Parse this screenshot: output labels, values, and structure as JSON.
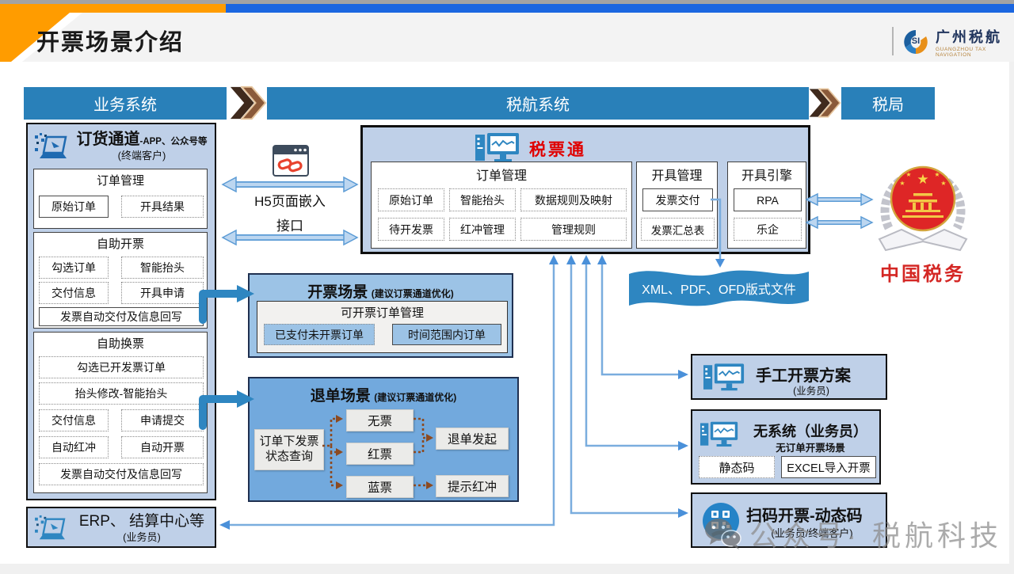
{
  "page": {
    "title": "开票场景介绍"
  },
  "logo": {
    "mark": "SI",
    "name": "广州税航",
    "subtitle": "GUANGZHOU TAX NAVIGATION"
  },
  "lanes": {
    "business": "业务系统",
    "vendor": "税航系统",
    "bureau": "税局"
  },
  "order_channel": {
    "title": "订货通道",
    "title_suffix": "-APP、公众号等",
    "subtitle": "(终端客户)",
    "order_mgmt": {
      "title": "订单管理",
      "items": [
        "原始订单",
        "开具结果"
      ]
    },
    "self_invoicing": {
      "title": "自助开票",
      "items": [
        "勾选订单",
        "智能抬头",
        "交付信息",
        "开具申请",
        "发票自动交付及信息回写"
      ]
    },
    "self_reissue": {
      "title": "自助换票",
      "items": [
        "勾选已开发票订单",
        "抬头修改-智能抬头",
        "交付信息",
        "申请提交",
        "自动红冲",
        "自动开票",
        "发票自动交付及信息回写"
      ]
    }
  },
  "erp": {
    "title": "ERP、 结算中心等",
    "subtitle": "(业务员)"
  },
  "links": {
    "h5": "H5页面嵌入",
    "api": "接口"
  },
  "tax_ticket": {
    "title": "税票通",
    "order_mgmt": {
      "title": "订单管理",
      "items": [
        "原始订单",
        "智能抬头",
        "数据规则及映射",
        "待开发票",
        "红冲管理",
        "管理规则"
      ]
    },
    "issue_mgmt": {
      "title": "开具管理",
      "items": [
        "发票交付",
        "发票汇总表"
      ]
    },
    "issue_engine": {
      "title": "开具引擎",
      "items": [
        "RPA",
        "乐企"
      ]
    }
  },
  "files_banner": {
    "label": "XML、PDF、OFD版式文件"
  },
  "invoicing_scene": {
    "title": "开票场景",
    "note": "(建议订票通道优化)",
    "group_title": "可开票订单管理",
    "items": [
      "已支付未开票订单",
      "时间范围内订单"
    ]
  },
  "refund_scene": {
    "title": "退单场景",
    "note": "(建议订票通道优化)",
    "query_line1": "订单下发票",
    "query_line2": "状态查询",
    "statuses": [
      "无票",
      "红票",
      "蓝票"
    ],
    "actions": [
      "退单发起",
      "提示红冲"
    ]
  },
  "manual": {
    "title": "手工开票方案",
    "subtitle": "(业务员)"
  },
  "no_system": {
    "title": "无系统（业务员）",
    "subtitle": "无订单开票场景",
    "items": [
      "静态码",
      "EXCEL导入开票"
    ]
  },
  "qr": {
    "title": "扫码开票-动态码",
    "subtitle": "(业务员/终端客户)"
  },
  "bureau": {
    "label": "中国税务"
  },
  "watermark": {
    "label": "公众号· 税航科技"
  },
  "colors": {
    "lane_blue": "#2980b9",
    "panel_blue": "#bfd0e8",
    "scene_blue": "#9cc3e6",
    "refund_blue": "#72a9dd",
    "arrow_thick_blue": "#2e86c1",
    "arrow_thin_blue": "#7aadde",
    "brown_arrow": "#8c4a21",
    "tax_ticket_red": "#e00000",
    "emblem_red": "#de2626",
    "banner_blue": "#2e86c1",
    "top_orange": "#ff9c00",
    "top_blue": "#1b66e0"
  }
}
